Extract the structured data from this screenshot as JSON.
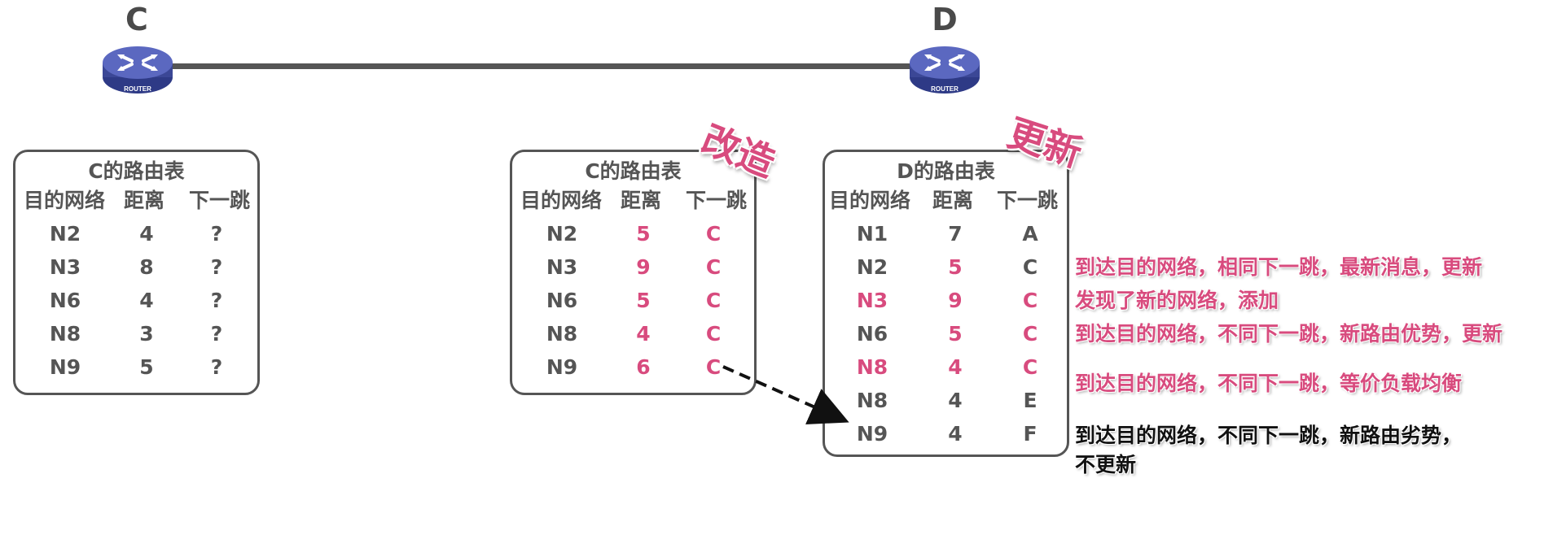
{
  "routers": {
    "c": {
      "label": "C",
      "icon": "router-icon",
      "caption": "ROUTER"
    },
    "d": {
      "label": "D",
      "icon": "router-icon",
      "caption": "ROUTER"
    }
  },
  "headers": {
    "network": "目的网络",
    "distance": "距离",
    "next_hop": "下一跳"
  },
  "table_c_original": {
    "title": "C的路由表",
    "rows": [
      {
        "net": "N2",
        "dist": "4",
        "hop": "?"
      },
      {
        "net": "N3",
        "dist": "8",
        "hop": "?"
      },
      {
        "net": "N6",
        "dist": "4",
        "hop": "?"
      },
      {
        "net": "N8",
        "dist": "3",
        "hop": "?"
      },
      {
        "net": "N9",
        "dist": "5",
        "hop": "?"
      }
    ]
  },
  "table_c_modified": {
    "title": "C的路由表",
    "stamp": "改造",
    "rows": [
      {
        "net": "N2",
        "dist": "5",
        "hop": "C"
      },
      {
        "net": "N3",
        "dist": "9",
        "hop": "C"
      },
      {
        "net": "N6",
        "dist": "5",
        "hop": "C"
      },
      {
        "net": "N8",
        "dist": "4",
        "hop": "C"
      },
      {
        "net": "N9",
        "dist": "6",
        "hop": "C"
      }
    ]
  },
  "table_d": {
    "title": "D的路由表",
    "stamp": "更新",
    "rows": [
      {
        "net": "N1",
        "dist": "7",
        "hop": "A"
      },
      {
        "net": "N2",
        "dist": "5",
        "hop": "C"
      },
      {
        "net": "N3",
        "dist": "9",
        "hop": "C"
      },
      {
        "net": "N6",
        "dist": "5",
        "hop": "C"
      },
      {
        "net": "N8",
        "dist": "4",
        "hop": "C"
      },
      {
        "net": "N8",
        "dist": "4",
        "hop": "E"
      },
      {
        "net": "N9",
        "dist": "4",
        "hop": "F"
      }
    ]
  },
  "notes": {
    "n2": "到达目的网络，相同下一跳，最新消息，更新",
    "n3": "发现了新的网络，添加",
    "n6": "到达目的网络，不同下一跳，新路由优势，更新",
    "n8": "到达目的网络，不同下一跳，等价负载均衡",
    "n9_line1": "到达目的网络，不同下一跳，新路由劣势，",
    "n9_line2": "不更新"
  },
  "colors": {
    "accent": "#d84b7e",
    "text": "#555555",
    "line": "#555555",
    "router": "#4b57a8"
  }
}
